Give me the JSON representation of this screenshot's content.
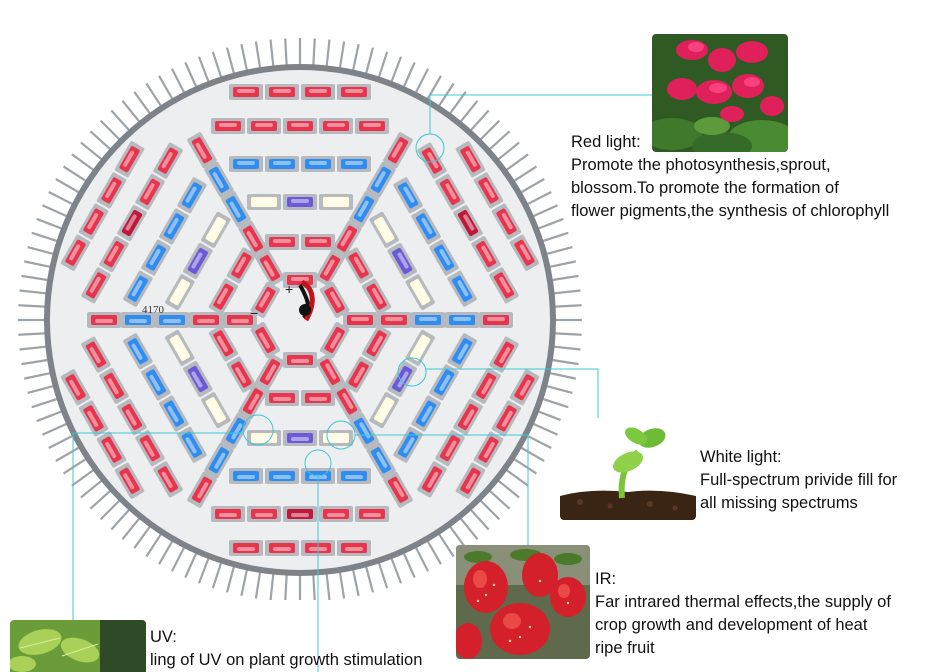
{
  "board": {
    "model_number": "4170",
    "polarity_plus": "+",
    "polarity_minus": "−",
    "colors": {
      "red_led": "#e8344d",
      "blue_led": "#2f8cf0",
      "white_led": "#fffbe0",
      "uv_led": "#6a5ad8",
      "ir_led": "#c0183a",
      "board": "#eceeef",
      "fins": "#9ea3a8",
      "leader": "#3cc8d8"
    }
  },
  "callouts": {
    "red": {
      "title": "Red light:",
      "lines": [
        "Promote the photosynthesis,sprout,",
        "blossom.To promote the formation of",
        "flower pigments,the synthesis of chlorophyll"
      ],
      "photo_icon": "red-flowers-photo"
    },
    "white": {
      "title": "White light:",
      "lines": [
        "Full-spectrum privide fill for",
        "all missing spectrums"
      ],
      "photo_icon": "seedling-photo"
    },
    "ir": {
      "title": "IR:",
      "lines": [
        "Far intrared thermal effects,the supply of",
        "crop growth and development of heat",
        "ripe fruit"
      ],
      "photo_icon": "strawberries-photo"
    },
    "uv": {
      "title": "UV:",
      "lines": [
        "ling of UV on plant growth stimulation"
      ],
      "photo_icon": "green-leaves-photo"
    }
  }
}
